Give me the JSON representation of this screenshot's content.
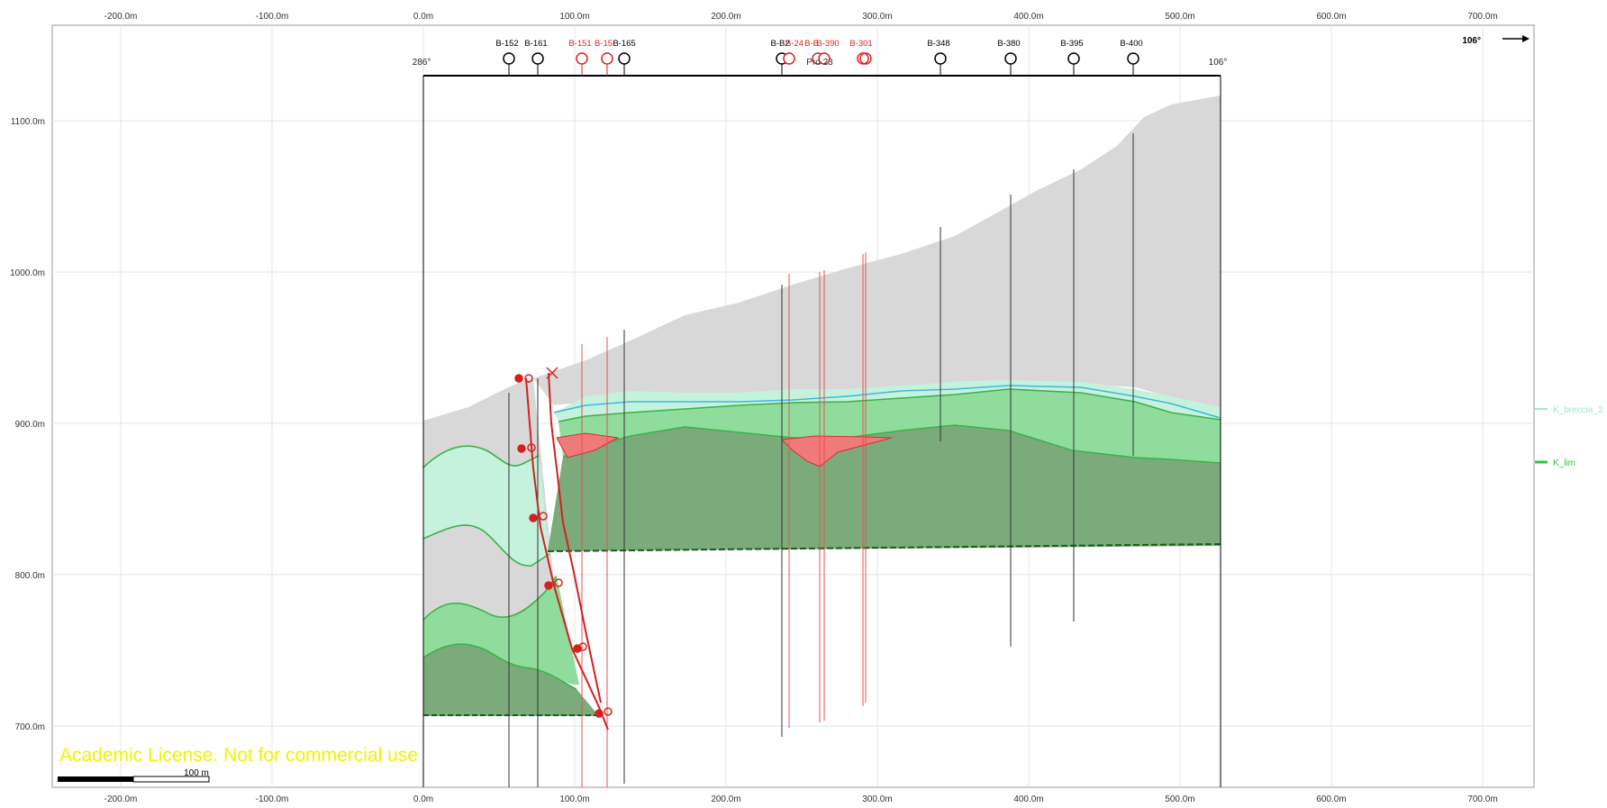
{
  "axes": {
    "top_ticks": [
      "-200.0m",
      "-100.0m",
      "0.0m",
      "100.0m",
      "200.0m",
      "300.0m",
      "400.0m",
      "500.0m",
      "600.0m",
      "700.0m"
    ],
    "bottom_ticks": [
      "-200.0m",
      "-100.0m",
      "0.0m",
      "100.0m",
      "200.0m",
      "300.0m",
      "400.0m",
      "500.0m",
      "600.0m",
      "700.0m"
    ],
    "left_ticks": [
      "1100.0m",
      "1000.0m",
      "900.0m",
      "800.0m",
      "700.0m"
    ]
  },
  "section": {
    "left_azimuth": "286°",
    "right_azimuth": "106°",
    "direction_label": "106°",
    "profile_name": "Pro 23"
  },
  "boreholes": [
    {
      "name": "B-152",
      "color": "#000000"
    },
    {
      "name": "B-161",
      "color": "#000000"
    },
    {
      "name": "B-151",
      "color": "#e02020"
    },
    {
      "name": "B-15",
      "color": "#e02020"
    },
    {
      "name": "B-165",
      "color": "#000000"
    },
    {
      "name": "B-B2",
      "color": "#000000"
    },
    {
      "name": "B-24",
      "color": "#e02020"
    },
    {
      "name": "B-B",
      "color": "#e02020"
    },
    {
      "name": "B-390",
      "color": "#e02020"
    },
    {
      "name": "B-301",
      "color": "#e02020"
    },
    {
      "name": "B-348",
      "color": "#000000"
    },
    {
      "name": "B-380",
      "color": "#000000"
    },
    {
      "name": "B-395",
      "color": "#000000"
    },
    {
      "name": "B-400",
      "color": "#000000"
    }
  ],
  "legend": {
    "layer_breccia": "K_breccia_2",
    "layer_lim": "K_lim"
  },
  "scale_bar": {
    "label": "100 m"
  },
  "watermark": "Academic License. Not for commercial use",
  "colors": {
    "overburden": "#d8d8d8",
    "breccia": "#c5f2dc",
    "upper_band": "#8fdc9c",
    "limestone": "#7bab7b",
    "fault_red": "#e02020",
    "water_line": "#3fb7e0"
  }
}
